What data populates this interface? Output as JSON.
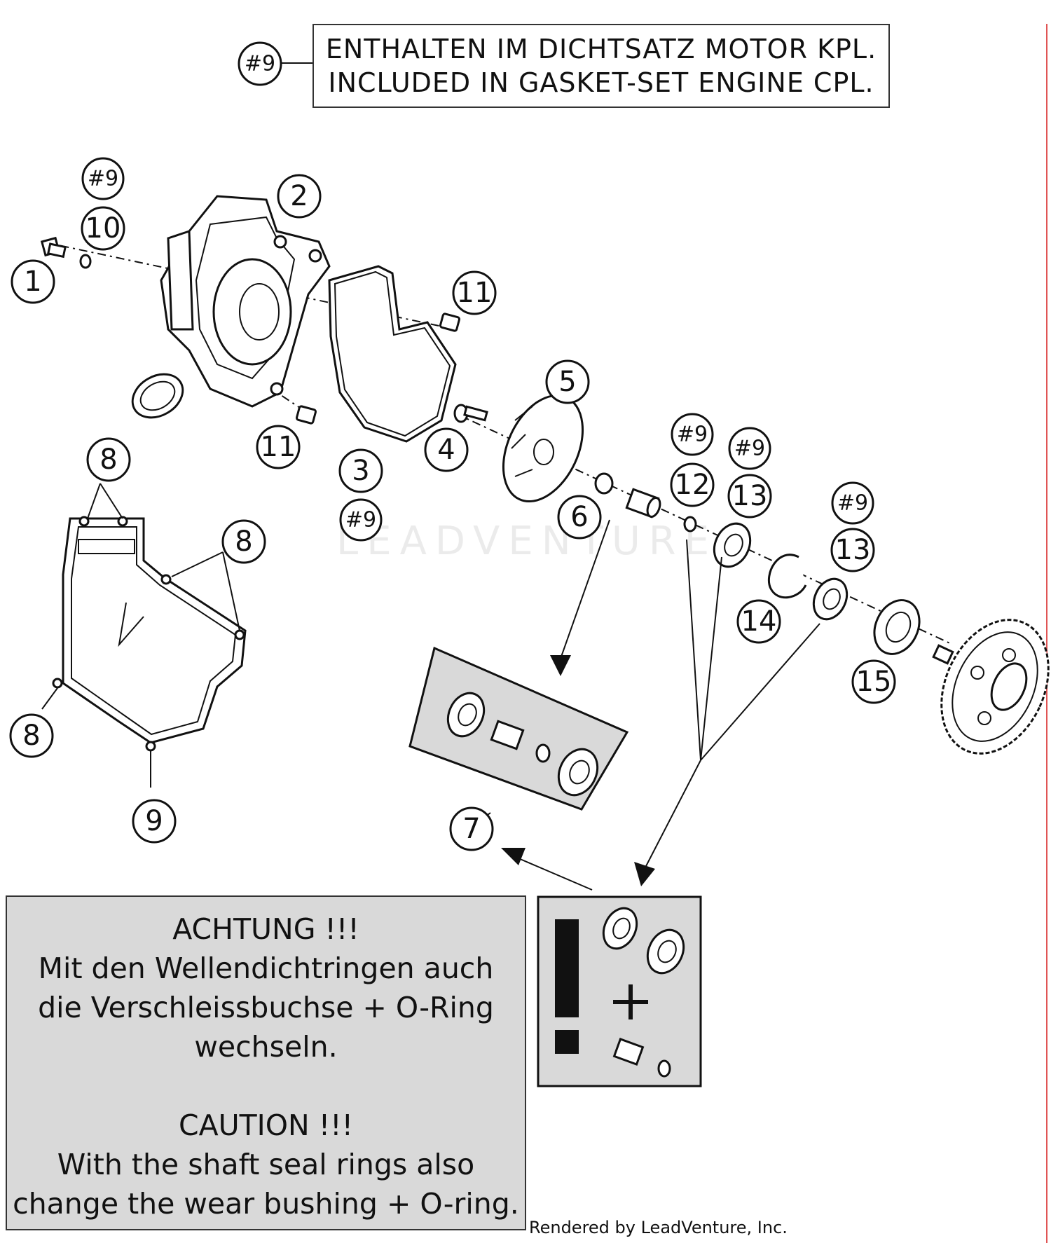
{
  "gasket_note": {
    "line_de": "ENTHALTEN IM DICHTSATZ MOTOR KPL.",
    "line_en": "INCLUDED IN GASKET-SET ENGINE CPL.",
    "tag": "#9"
  },
  "callouts": {
    "p1": "1",
    "p2": "2",
    "p3": "3",
    "p4": "4",
    "p5": "5",
    "p6": "6",
    "p7": "7",
    "p8": "8",
    "p9": "9",
    "p10": "10",
    "p11": "11",
    "p12": "12",
    "p13": "13",
    "p14": "14",
    "p15": "15",
    "tag9": "#9"
  },
  "caution_note": {
    "de_title": "ACHTUNG !!!",
    "de_line1": "Mit den Wellendichtringen auch",
    "de_line2": "die Verschleissbuchse + O-Ring",
    "de_line3": "wechseln.",
    "en_title": "CAUTION !!!",
    "en_line1": "With the shaft seal rings also",
    "en_line2": "change the wear bushing + O-ring."
  },
  "warning_box": {
    "exclamation": "!",
    "plus": "+"
  },
  "watermark": "LEADVENTURE",
  "credit": "Rendered by LeadVenture, Inc."
}
